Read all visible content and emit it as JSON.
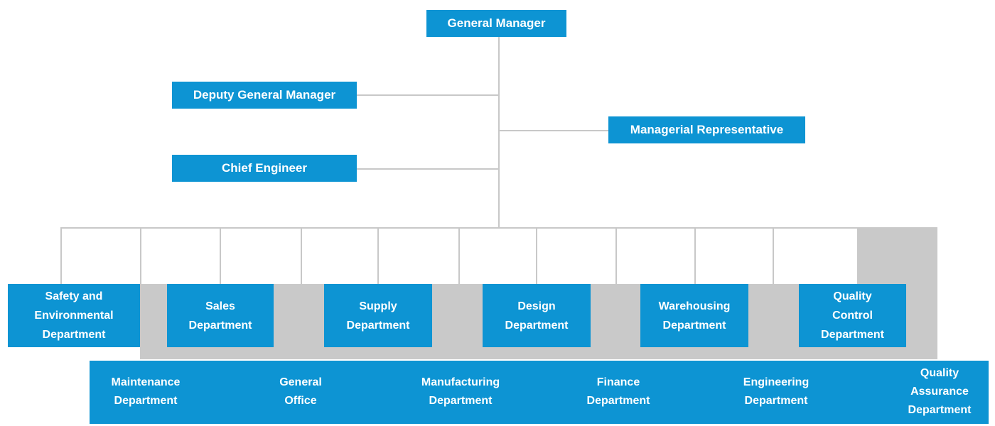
{
  "colors": {
    "accent": "#0d94d3",
    "gray": "#c9c9c9",
    "connector": "#c8c8c8",
    "text": "#ffffff"
  },
  "org": {
    "executives": [
      {
        "label": "General Manager"
      },
      {
        "label": "Deputy General Manager"
      },
      {
        "label": "Managerial Representative"
      },
      {
        "label": "Chief Engineer"
      }
    ],
    "row1_departments": [
      {
        "label": "Safety and\nEnvironmental\nDepartment"
      },
      {
        "label": "Sales\nDepartment"
      },
      {
        "label": "Supply\nDepartment"
      },
      {
        "label": "Design\nDepartment"
      },
      {
        "label": "Warehousing\nDepartment"
      },
      {
        "label": "Quality\nControl\nDepartment"
      }
    ],
    "row2_departments": [
      {
        "label": "Maintenance\nDepartment"
      },
      {
        "label": "General\nOffice"
      },
      {
        "label": "Manufacturing\nDepartment"
      },
      {
        "label": "Finance\nDepartment"
      },
      {
        "label": "Engineering\nDepartment"
      },
      {
        "label": "Quality\nAssurance\nDepartment"
      }
    ]
  }
}
